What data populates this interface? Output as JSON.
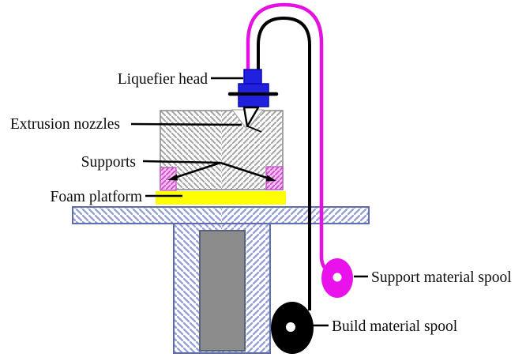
{
  "diagram": {
    "labels": {
      "liquefier_head": "Liquefier head",
      "extrusion_nozzles": "Extrusion nozzles",
      "supports": "Supports",
      "foam_platform": "Foam platform",
      "support_material_spool": "Support material spool",
      "build_material_spool": "Build material spool"
    },
    "colors": {
      "liquefier_head_blue": "#2020dd",
      "liquefier_head_border": "#0909b4",
      "build_material_black": "#000000",
      "support_material_magenta": "#e312e0",
      "support_spool_fill": "#ea12ea",
      "foam_platform_yellow": "#ffff00",
      "platform_column_gray": "#8c8c8c",
      "table_hatch_lavender": "#98a2d4",
      "table_border": "#5f6cae",
      "part_hatch_gray": "#a4a4a4",
      "support_hatch_pink_bg": "#f8bdf3",
      "support_hatch_line": "#cc4ecc"
    }
  }
}
